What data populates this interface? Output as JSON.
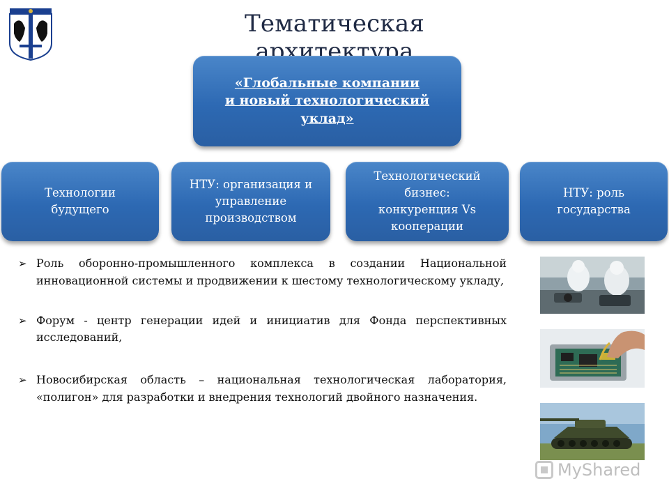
{
  "title": "Тематическая архитектура",
  "emblem": {
    "icon": "novosibirsk-coat-of-arms-icon",
    "colors": [
      "#1a3f8f",
      "#ffffff",
      "#111111",
      "#d9b43a"
    ]
  },
  "main_box": {
    "label": "«Глобальные компании\nи новый технологический\nуклад»"
  },
  "sub_boxes": [
    {
      "label": "Технологии\nбудущего"
    },
    {
      "label": "НТУ: организация и\nуправление\nпроизводством"
    },
    {
      "label": "Технологический\nбизнес:\nконкуренция Vs\nкооперации"
    },
    {
      "label": "НТУ: роль\nгосударства"
    }
  ],
  "bullets": [
    {
      "marker": "➢",
      "text": "Роль оборонно-промышленного комплекса в создании Национальной инновационной системы и продвижении к шестому технологическому укладу,"
    },
    {
      "marker": "➢",
      "text": "Форум - центр генерации идей и инициатив для Фонда перспективных исследований,"
    },
    {
      "marker": "➢",
      "text": "Новосибирская область – национальная технологическая лаборатория, «полигон» для разработки и внедрения технологий двойного назначения."
    }
  ],
  "photos": [
    {
      "icon": "cleanroom-workers-photo"
    },
    {
      "icon": "circuit-board-photo"
    },
    {
      "icon": "tank-photo"
    }
  ],
  "watermark": {
    "text": "MyShared",
    "icon": "myshared-logo-icon"
  },
  "colors": {
    "box_blue": "#2d69b3",
    "title": "#1f2a44"
  }
}
